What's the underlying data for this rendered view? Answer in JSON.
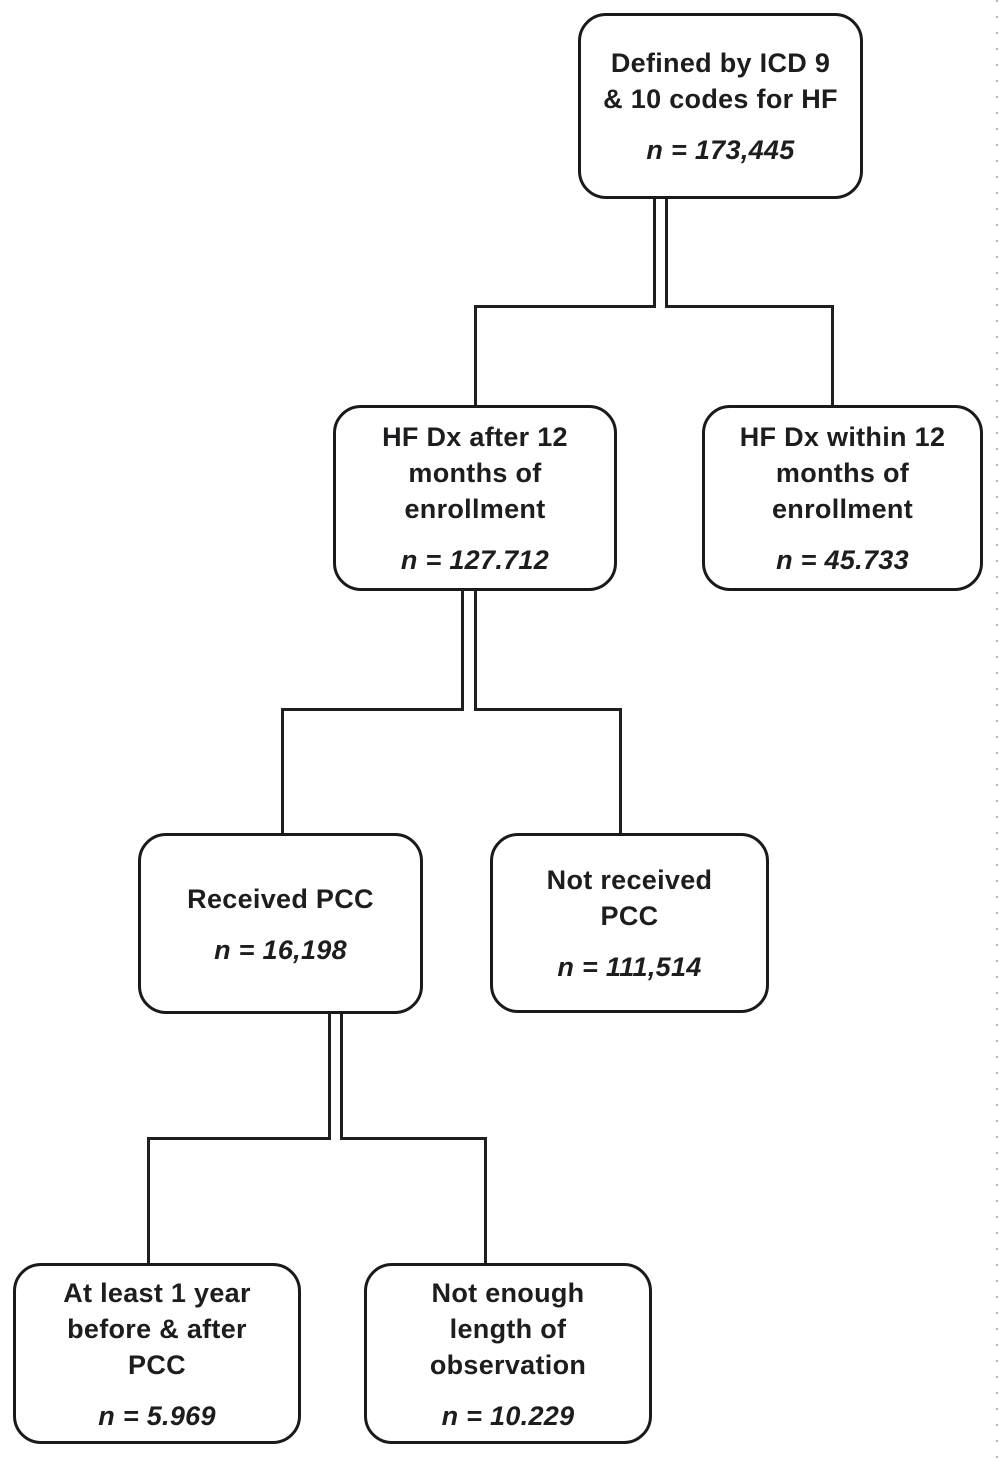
{
  "colors": {
    "background": "#ffffff",
    "text": "#1d1d1f",
    "box_border": "#1a1a1a",
    "line": "#1f1f1f",
    "edge_dots": "#b5b5b5"
  },
  "boxes": [
    {
      "id": "icd-hf",
      "label_lines": [
        "Defined by ICD 9",
        "& 10 codes for HF"
      ],
      "n_text": "n = 173,445"
    },
    {
      "id": "hf-dx-after-12m",
      "label_lines": [
        "HF Dx after 12",
        "months of",
        "enrollment"
      ],
      "n_text": "n = 127.712"
    },
    {
      "id": "hf-dx-within-12m",
      "label_lines": [
        "HF Dx within 12",
        "months of",
        "enrollment"
      ],
      "n_text": "n = 45.733"
    },
    {
      "id": "received-pcc",
      "label_lines": [
        "Received PCC"
      ],
      "n_text": "n = 16,198"
    },
    {
      "id": "not-received-pcc",
      "label_lines": [
        "Not received",
        "PCC"
      ],
      "n_text": "n = 111,514"
    },
    {
      "id": "one-year-before-after",
      "label_lines": [
        "At least 1 year",
        "before & after",
        "PCC"
      ],
      "n_text": "n = 5.969"
    },
    {
      "id": "not-enough-observation",
      "label_lines": [
        "Not enough",
        "length of",
        "observation"
      ],
      "n_text": "n = 10.229"
    }
  ],
  "edges": [
    {
      "from": "icd-hf",
      "to": "hf-dx-after-12m"
    },
    {
      "from": "icd-hf",
      "to": "hf-dx-within-12m"
    },
    {
      "from": "hf-dx-after-12m",
      "to": "received-pcc"
    },
    {
      "from": "hf-dx-after-12m",
      "to": "not-received-pcc"
    },
    {
      "from": "received-pcc",
      "to": "one-year-before-after"
    },
    {
      "from": "received-pcc",
      "to": "not-enough-observation"
    }
  ]
}
